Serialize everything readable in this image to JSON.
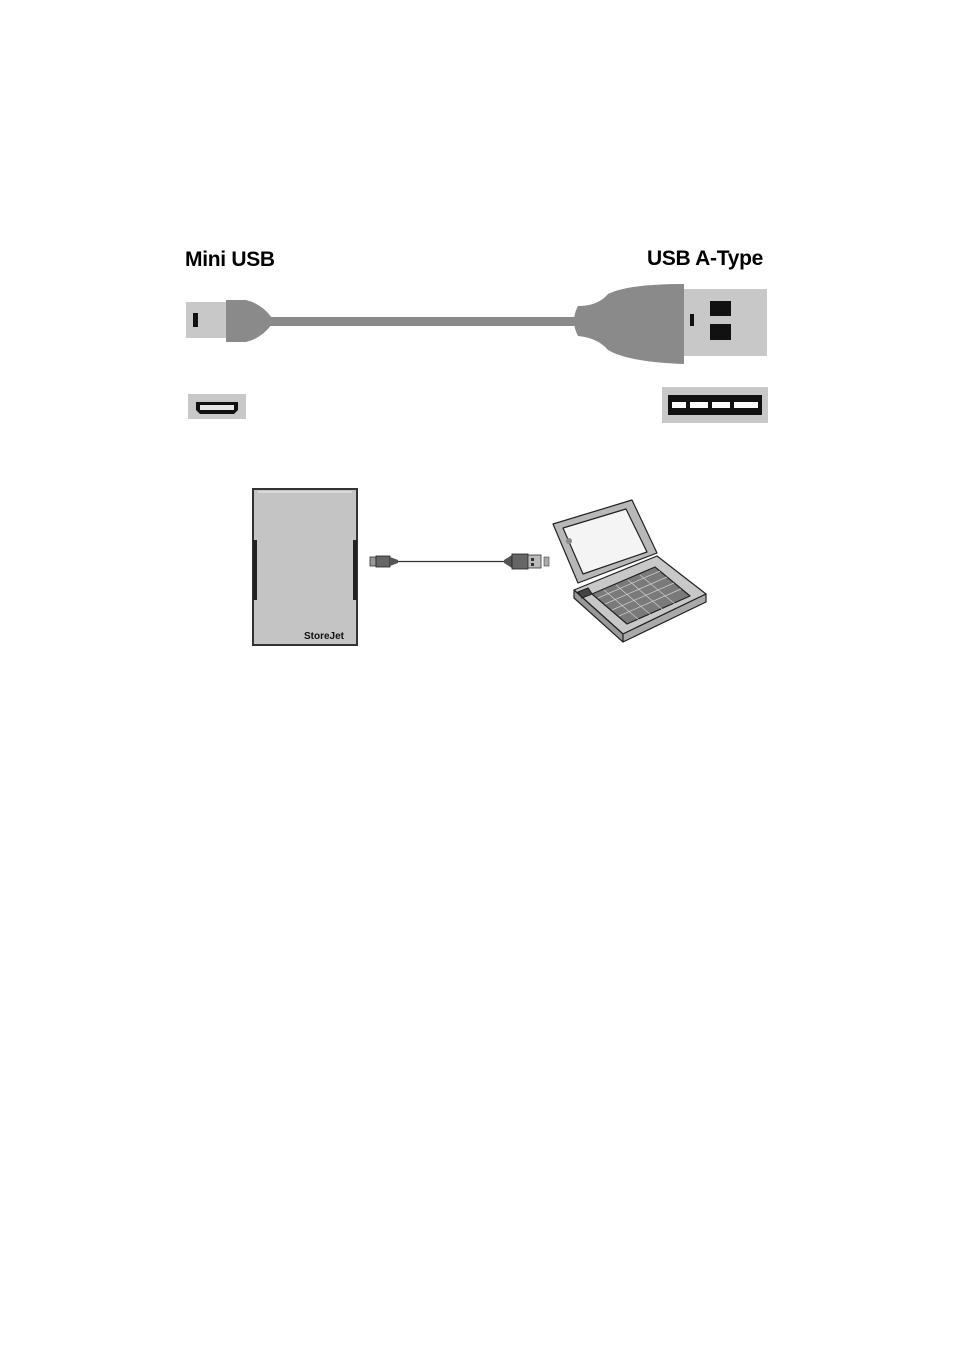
{
  "labels": {
    "mini_usb": "Mini USB",
    "usb_a_type": "USB A-Type"
  },
  "device": {
    "brand": "StoreJet"
  },
  "colors": {
    "cable_gray": "#8a8a8a",
    "connector_metal": "#c8c8c8",
    "device_body": "#c4c4c4",
    "outline": "#333333"
  },
  "icons": {
    "mini_usb_plug": "mini-usb-plug-icon",
    "usb_a_plug": "usb-a-plug-icon",
    "mini_usb_port": "mini-usb-port-icon",
    "usb_a_port": "usb-a-port-icon",
    "external_drive": "external-drive-icon",
    "laptop": "laptop-icon"
  }
}
